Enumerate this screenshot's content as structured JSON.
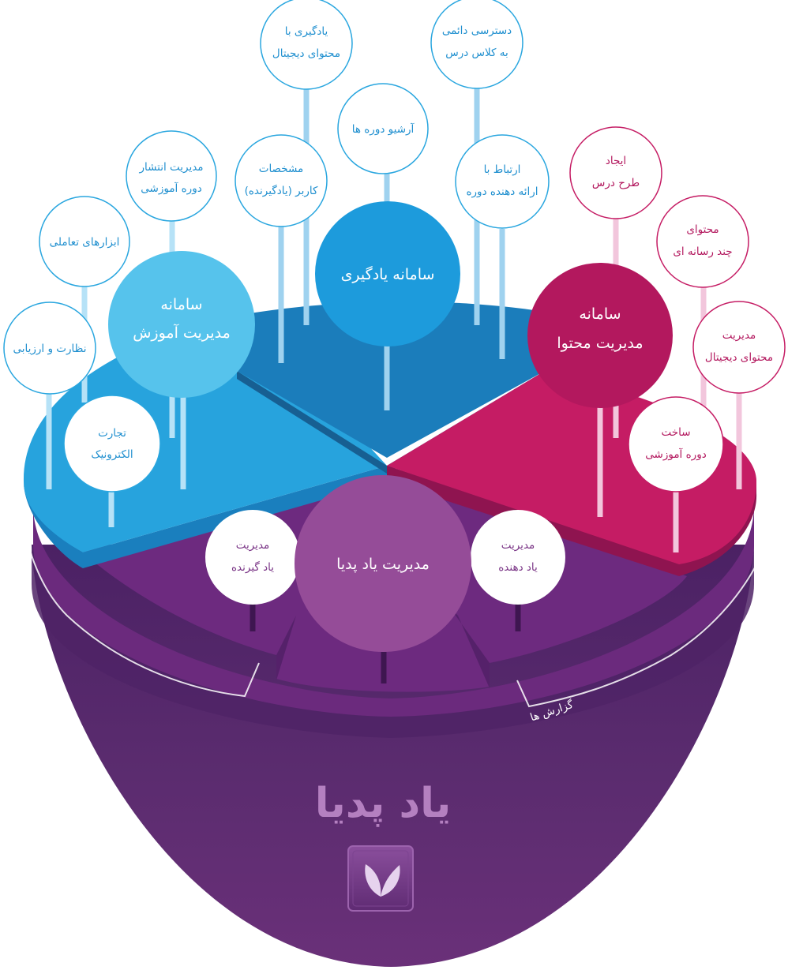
{
  "colors": {
    "education": "#56c3ec",
    "education_top": "#27a3dd",
    "learning": "#1d9bdc",
    "learning_top": "#1b7dbb",
    "content": "#b3185e",
    "content_top": "#c51c64",
    "management": "#954c98",
    "bowl_top": "#6a2877",
    "bowl_bottom": "#3f1f5a",
    "logo_text": "#b480c0"
  },
  "center": {
    "title": "مدیریت یاد پدیا",
    "left_node": {
      "line1": "مدیریت",
      "line2": "یاد گیرنده"
    },
    "right_node": {
      "line1": "مدیریت",
      "line2": "یاد دهنده"
    },
    "reports_label": "گزارش ها"
  },
  "education_system": {
    "title_line1": "سامانه",
    "title_line2": "مدیریت آموزش",
    "nodes": {
      "monitoring": {
        "line1": "نظارت و ارزیابی",
        "line2": ""
      },
      "interactive_tools": {
        "line1": "ابزارهای تعاملی",
        "line2": ""
      },
      "course_publishing": {
        "line1": "مدیریت انتشار",
        "line2": "دوره آموزشی"
      },
      "ecommerce": {
        "line1": "تجارت",
        "line2": "الکترونیک"
      }
    }
  },
  "learning_system": {
    "title": "سامانه یادگیری",
    "nodes": {
      "digital_learning": {
        "line1": "یادگیری با",
        "line2": "محتوای دیجیتال"
      },
      "permanent_access": {
        "line1": "دسترسی دائمی",
        "line2": "به کلاس درس"
      },
      "course_archive": {
        "line1": "آرشیو دوره ها",
        "line2": ""
      },
      "user_profile": {
        "line1": "مشخصات",
        "line2": "کاربر (یادگیرنده)"
      },
      "provider_contact": {
        "line1": "ارتباط با",
        "line2": "ارائه دهنده دوره"
      }
    }
  },
  "content_system": {
    "title_line1": "سامانه",
    "title_line2": "مدیریت محتوا",
    "nodes": {
      "lesson_plan": {
        "line1": "ایجاد",
        "line2": "طرح درس"
      },
      "multimedia": {
        "line1": "محتوای",
        "line2": "چند رسانه ای"
      },
      "digital_content_mgmt": {
        "line1": "مدیریت",
        "line2": "محتوای دیجیتال"
      },
      "course_building": {
        "line1": "ساخت",
        "line2": "دوره آموزشی"
      }
    }
  },
  "brand": {
    "name": "یاد پدیا",
    "icon": "leaf-logo-icon"
  }
}
